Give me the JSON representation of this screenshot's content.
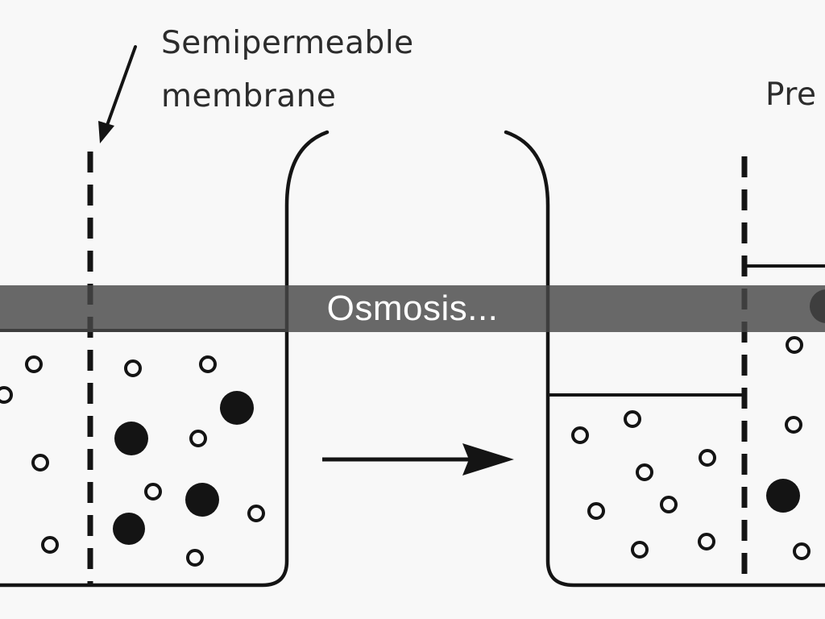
{
  "slide": {
    "caption": "Osmosis..."
  },
  "diagram": {
    "membrane_label_line1": "Semipermeable",
    "membrane_label_line2": "membrane",
    "right_label_partial": "Pre"
  },
  "colors": {
    "ink": "#141414",
    "background": "#f8f8f8",
    "caption_band": "#484848",
    "caption_text": "#ffffff"
  }
}
